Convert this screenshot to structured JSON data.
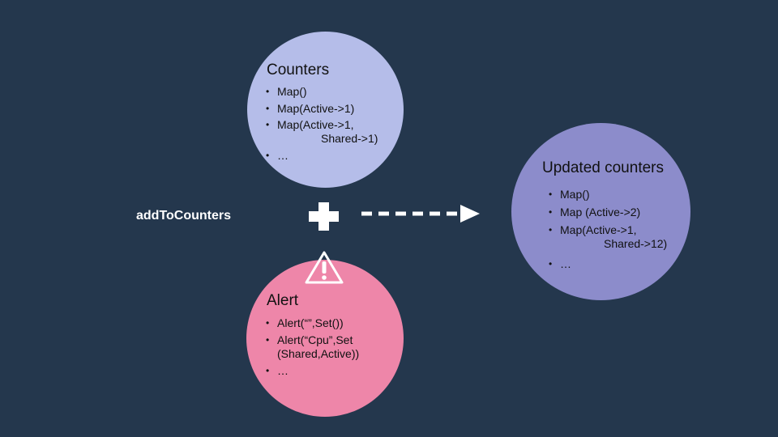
{
  "operation": {
    "label": "addToCounters"
  },
  "counters": {
    "title": "Counters",
    "items": [
      "Map()",
      "Map(Active->1)",
      "Map(Active->1,",
      "Shared->1)",
      "…"
    ]
  },
  "alert": {
    "title": "Alert",
    "items": [
      "Alert(“”,Set())",
      "Alert(“Cpu”,Set",
      "(Shared,Active))",
      "…"
    ]
  },
  "updated": {
    "title": "Updated counters",
    "items": [
      "Map()",
      "Map (Active->2)",
      "Map(Active->1,",
      "Shared->12)",
      "…"
    ]
  },
  "icons": [
    "plus-icon",
    "dashed-arrow-icon",
    "warning-icon"
  ],
  "colors": {
    "background": "#24374d",
    "counters": "#b5bde9",
    "alert": "#ee86a9",
    "updated": "#8c8ccb"
  }
}
